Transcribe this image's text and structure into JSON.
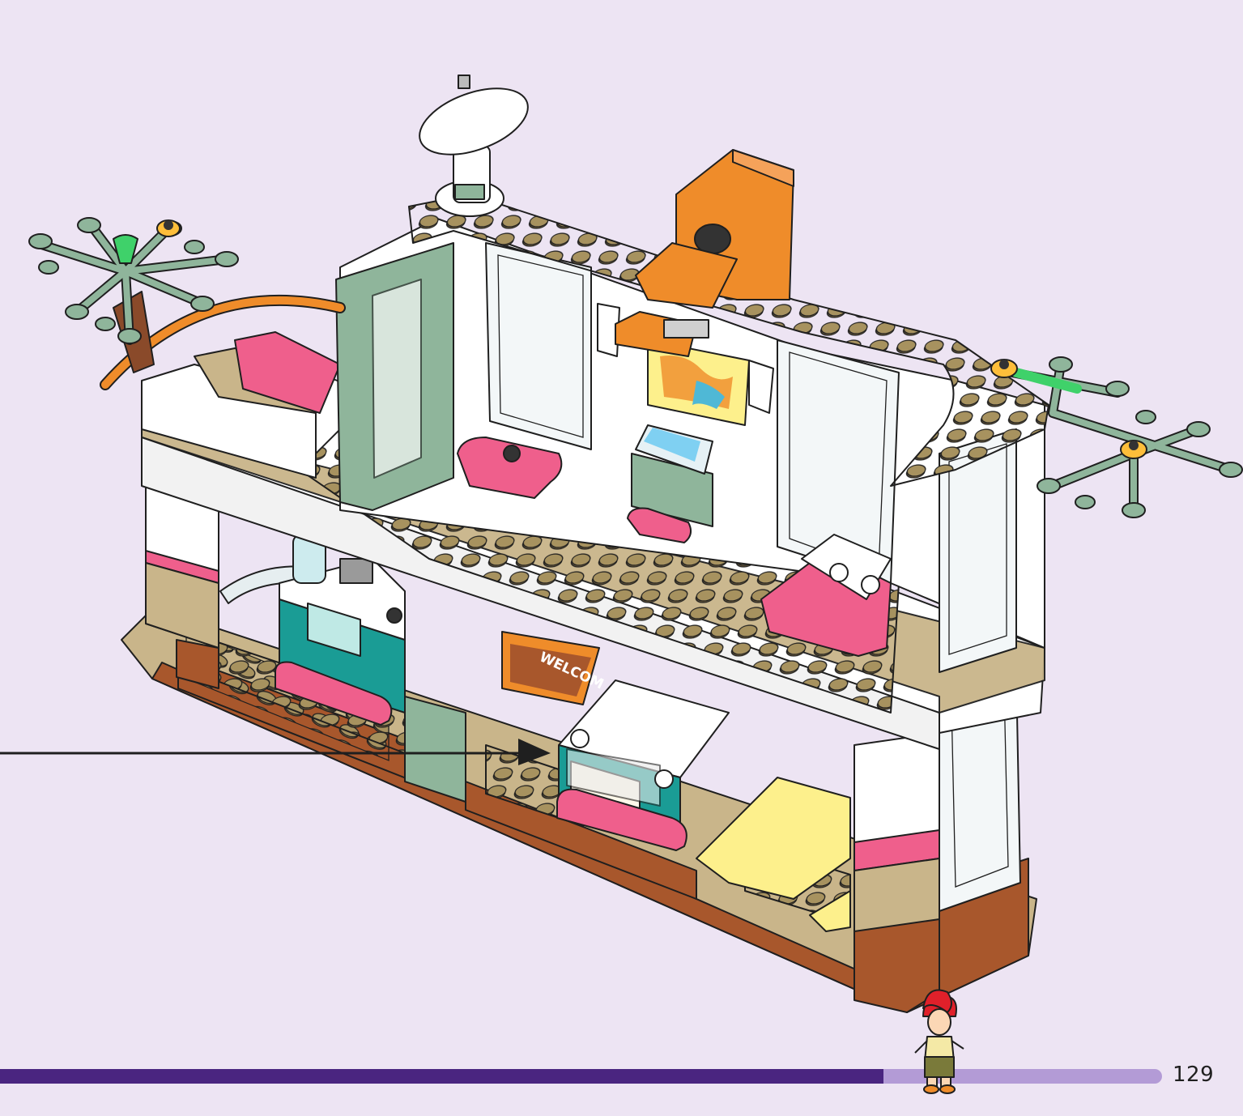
{
  "page": {
    "page_number": "129",
    "background_color": "#ede4f3",
    "accent_color": "#4a2580",
    "progress_fraction": 0.76
  },
  "model": {
    "mat_text": "WELCOM",
    "colors": {
      "tan": "#c9b58a",
      "dark_tan": "#8f7a4e",
      "sand_green": "#8fb59b",
      "white": "#ffffff",
      "pink": "#ef5f8c",
      "orange": "#ef8c2a",
      "reddish_brown": "#a8572c",
      "teal": "#1a9c95",
      "yellow": "#fdf08c",
      "bright_green": "#3fd16a"
    }
  },
  "icons": {
    "arrow": "callout-arrow-icon",
    "minifig": "minifigure-icon",
    "dish": "satellite-dish-icon"
  }
}
